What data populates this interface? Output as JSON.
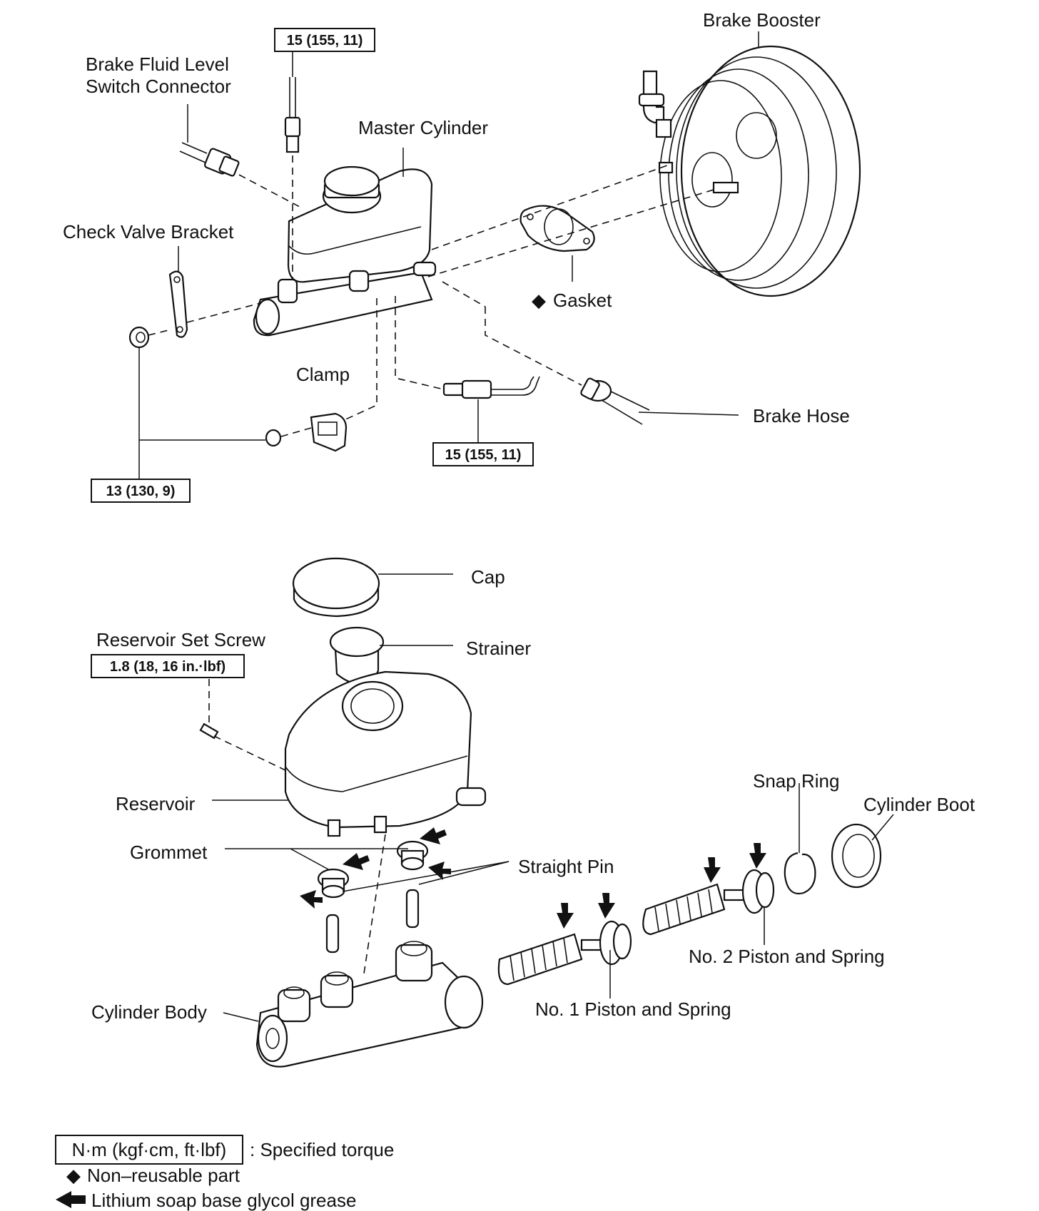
{
  "labels": {
    "brake_booster": "Brake Booster",
    "brake_fluid_switch_line1": "Brake Fluid Level",
    "brake_fluid_switch_line2": "Switch Connector",
    "master_cylinder": "Master Cylinder",
    "check_valve_bracket": "Check Valve Bracket",
    "gasket": "Gasket",
    "clamp": "Clamp",
    "brake_hose": "Brake Hose",
    "cap": "Cap",
    "strainer": "Strainer",
    "reservoir_set_screw": "Reservoir Set Screw",
    "reservoir": "Reservoir",
    "grommet": "Grommet",
    "straight_pin": "Straight Pin",
    "snap_ring": "Snap Ring",
    "cylinder_boot": "Cylinder Boot",
    "no2_piston": "No. 2 Piston and Spring",
    "no1_piston": "No. 1 Piston and Spring",
    "cylinder_body": "Cylinder Body"
  },
  "torque": {
    "top": "15 (155, 11)",
    "middle": "15 (155, 11)",
    "bracket_nut": "13 (130, 9)",
    "set_screw": "1.8 (18, 16 in.·lbf)"
  },
  "symbols": {
    "diamond": "◆",
    "grease_arrow": "black-arrow-icon"
  },
  "legend": {
    "torque_box": "N·m (kgf·cm, ft·lbf)",
    "torque_text": ": Specified torque",
    "nonreusable_text": "Non–reusable part",
    "grease_text": "Lithium soap base glycol grease"
  }
}
